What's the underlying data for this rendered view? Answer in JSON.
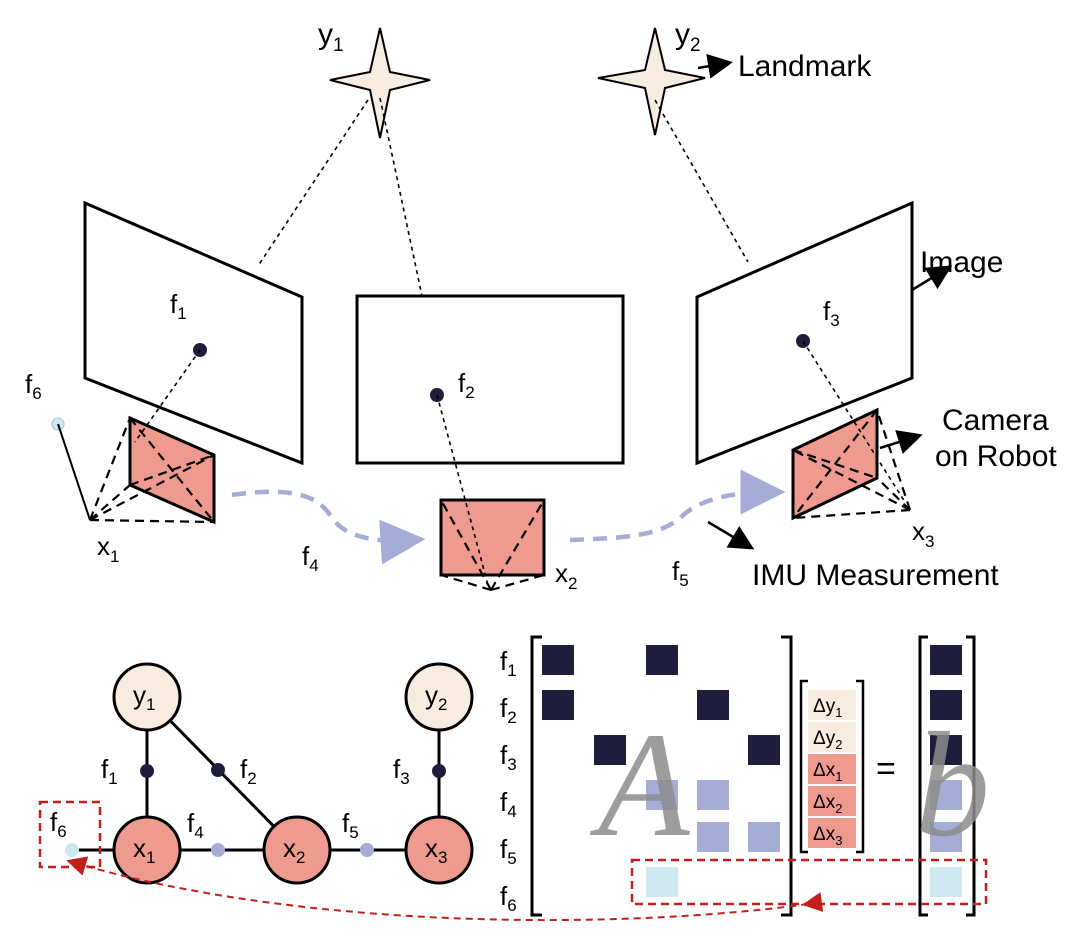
{
  "colors": {
    "landmark_fill": "#f8ebdf",
    "camera_fill": "#ef9a8e",
    "dark_factor": "#1e1e3c",
    "imu_factor": "#a5acd6",
    "prior_factor": "#cde9ef",
    "highlight_dashed": "#c2201b",
    "imu_arrow": "#a5acd6"
  },
  "scene": {
    "landmark_label": "Landmark",
    "image_label": "Image",
    "camera_label_line1": "Camera",
    "camera_label_line2": "on Robot",
    "imu_label": "IMU Measurement"
  },
  "graph": {
    "variable_nodes": [
      {
        "base": "y",
        "sub": "1"
      },
      {
        "base": "y",
        "sub": "2"
      },
      {
        "base": "x",
        "sub": "1"
      },
      {
        "base": "x",
        "sub": "2"
      },
      {
        "base": "x",
        "sub": "3"
      }
    ],
    "factors": [
      {
        "base": "f",
        "sub": "1"
      },
      {
        "base": "f",
        "sub": "2"
      },
      {
        "base": "f",
        "sub": "3"
      },
      {
        "base": "f",
        "sub": "4"
      },
      {
        "base": "f",
        "sub": "5"
      },
      {
        "base": "f",
        "sub": "6"
      }
    ]
  },
  "matrix": {
    "matrix_symbol": "A",
    "rhs_symbol": "b",
    "equals": "=",
    "row_labels": [
      {
        "base": "f",
        "sub": "1"
      },
      {
        "base": "f",
        "sub": "2"
      },
      {
        "base": "f",
        "sub": "3"
      },
      {
        "base": "f",
        "sub": "4"
      },
      {
        "base": "f",
        "sub": "5"
      },
      {
        "base": "f",
        "sub": "6"
      }
    ],
    "unknowns": [
      {
        "base": "Δy",
        "sub": "1"
      },
      {
        "base": "Δy",
        "sub": "2"
      },
      {
        "base": "Δx",
        "sub": "1"
      },
      {
        "base": "Δx",
        "sub": "2"
      },
      {
        "base": "Δx",
        "sub": "3"
      }
    ]
  }
}
